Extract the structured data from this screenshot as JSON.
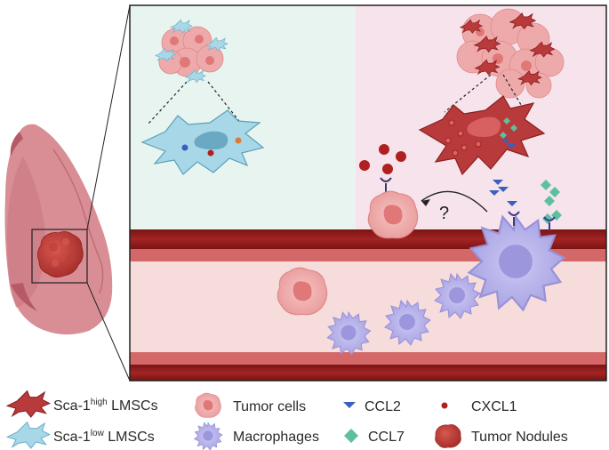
{
  "annotation": {
    "question_mark": "?"
  },
  "legend": {
    "sca_high": {
      "prefix": "Sca-1",
      "sup": "high",
      "suffix": " LMSCs"
    },
    "sca_low": {
      "prefix": "Sca-1",
      "sup": "low",
      "suffix": " LMSCs"
    },
    "tumor_cells": "Tumor cells",
    "macrophages": "Macrophages",
    "ccl2": "CCL2",
    "ccl7": "CCL7",
    "cxcl1": "CXCL1",
    "tumor_nodules": "Tumor Nodules"
  },
  "colors": {
    "lung": "#d98e95",
    "lung_dark": "#c06b76",
    "panel_left_bg": "#e8f4f0",
    "panel_right_bg": "#f6e3ec",
    "vessel_wall": "#8b1a1a",
    "vessel_lumen": "#f7dcdc",
    "tumor_cell": "#f0a8a8",
    "tumor_nucleus": "#e07878",
    "macrophage": "#b8b4ea",
    "macrophage_nucleus": "#9c96dc",
    "lmsc_low": "#a8d8e8",
    "lmsc_high": "#b83a3a",
    "ccl2": "#3a5fc0",
    "ccl7": "#5cc0a0",
    "cxcl1": "#b02020",
    "nodule": "#c0403a"
  }
}
